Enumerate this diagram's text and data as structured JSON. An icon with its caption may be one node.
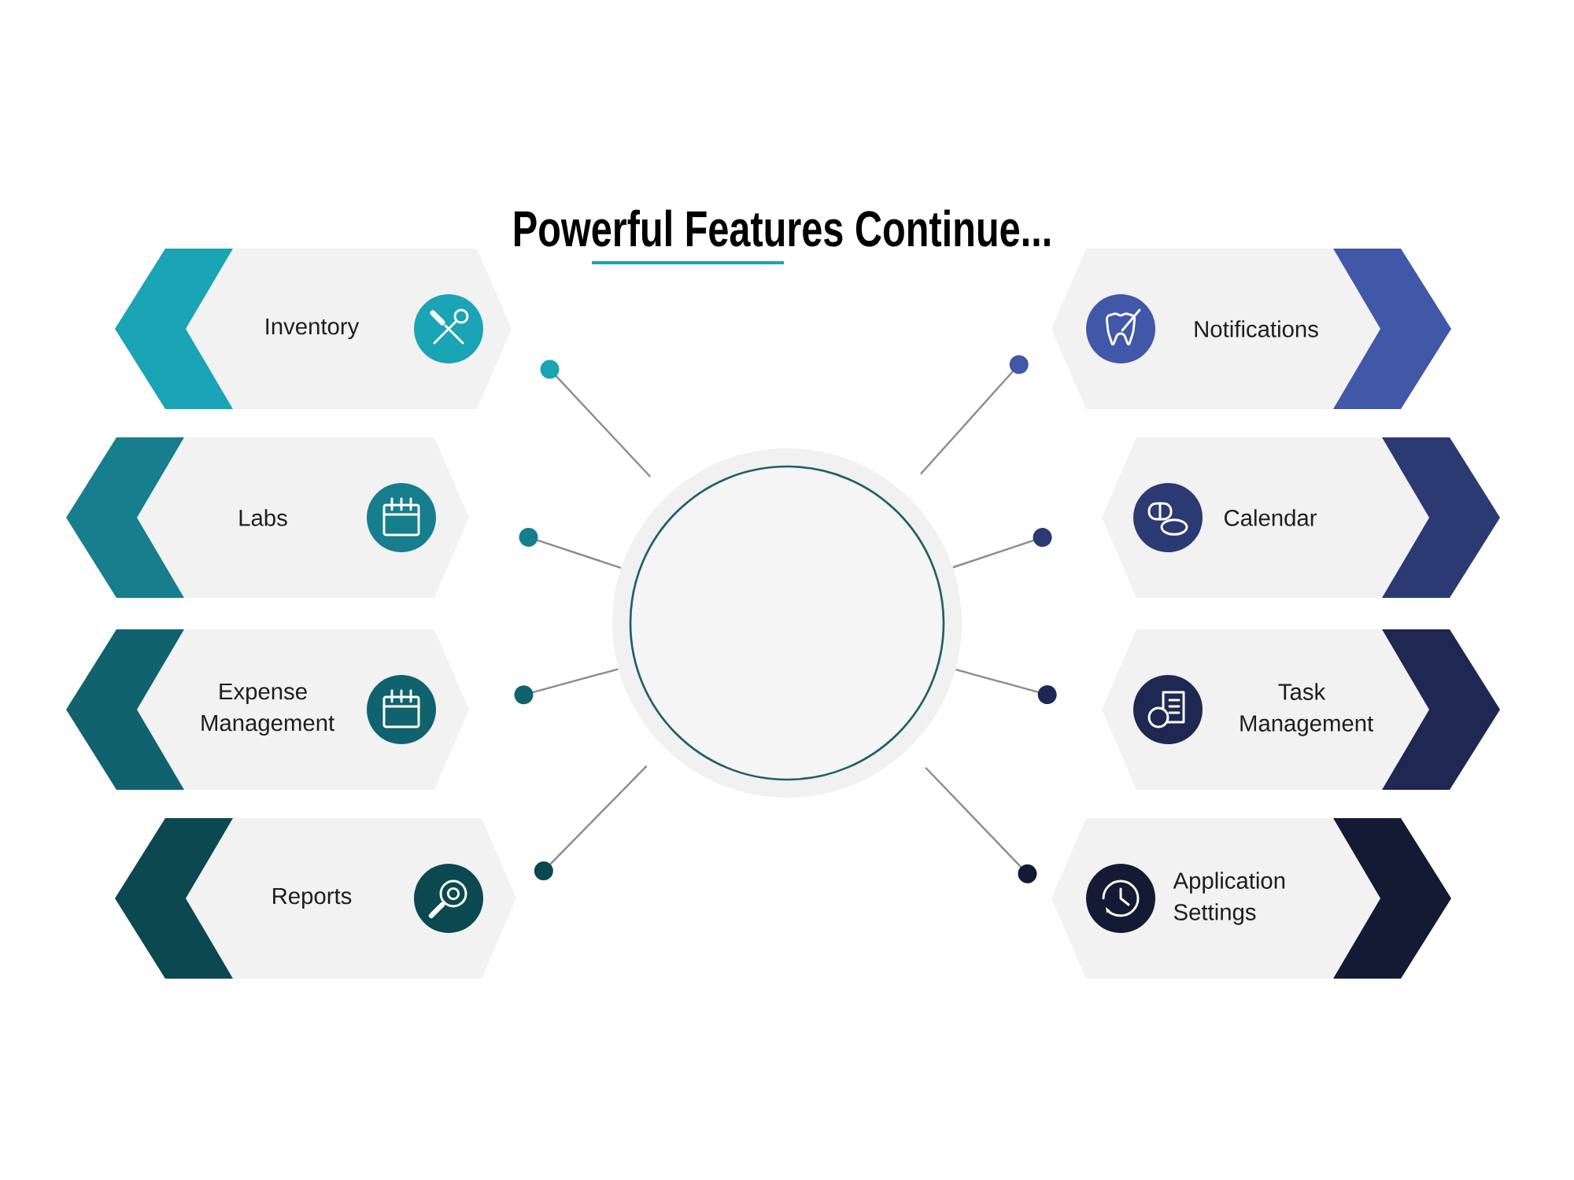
{
  "diagram": {
    "title": "Powerful Features Continue...",
    "nodes": [
      {
        "text": [
          "Inventory"
        ]
      },
      {
        "text": [
          "Notifications"
        ]
      },
      {
        "text": [
          "Labs"
        ]
      },
      {
        "text": [
          "Calendar"
        ]
      },
      {
        "text": [
          "Expense Management"
        ]
      },
      {
        "text": [
          "Task Management"
        ]
      },
      {
        "text": [
          "Reports"
        ]
      },
      {
        "text": [
          "Application Settings"
        ]
      },
      {
        "text": [],
        "shape": "circle"
      }
    ],
    "edges": [
      {
        "from": 8,
        "to": 0,
        "arrow": "other"
      },
      {
        "from": 8,
        "to": 1,
        "arrow": "other"
      },
      {
        "from": 8,
        "to": 2,
        "arrow": "other"
      },
      {
        "from": 8,
        "to": 3,
        "arrow": "other"
      },
      {
        "from": 8,
        "to": 4,
        "arrow": "other"
      },
      {
        "from": 8,
        "to": 5,
        "arrow": "other"
      },
      {
        "from": 8,
        "to": 6,
        "arrow": "other"
      },
      {
        "from": 8,
        "to": 7,
        "arrow": "other"
      }
    ]
  }
}
